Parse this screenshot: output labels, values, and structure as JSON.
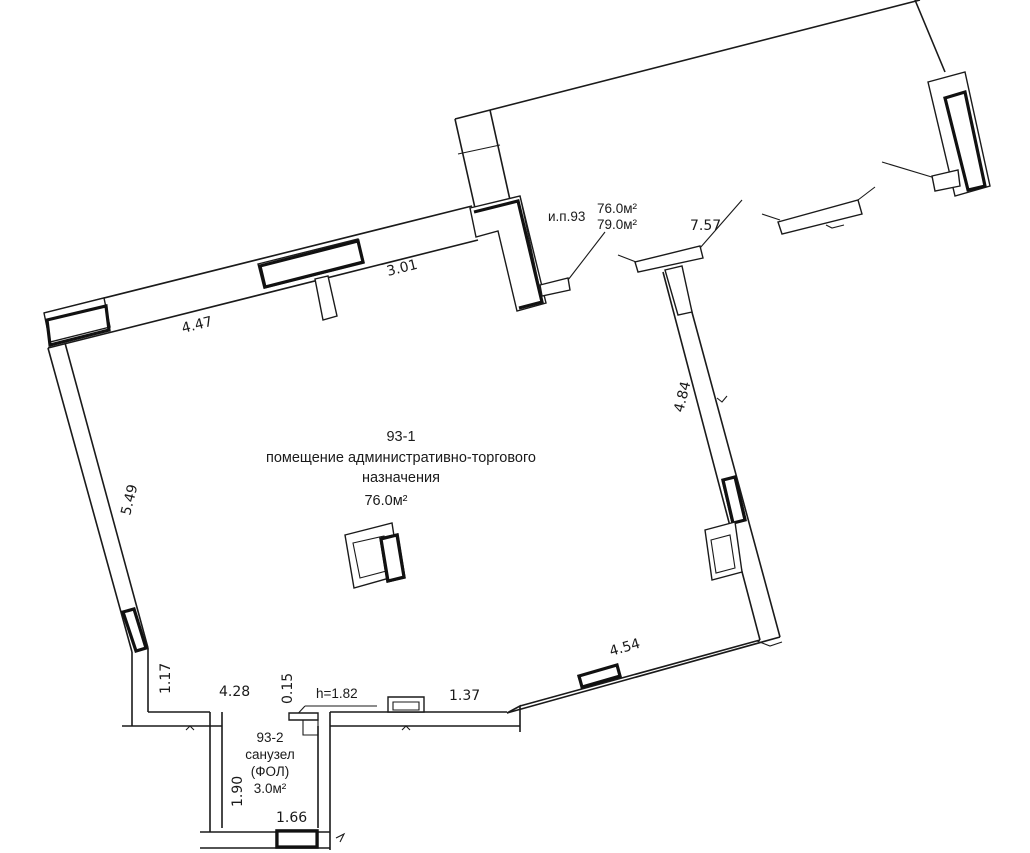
{
  "room_main": {
    "number": "93-1",
    "name_line1": "помещение административно-торгового",
    "name_line2": "назначения",
    "area": "76.0м²"
  },
  "room_wc": {
    "number": "93-2",
    "name_line1": "санузел",
    "name_line2": "(ФОЛ)",
    "area": "3.0м²"
  },
  "premises_label": {
    "label": "и.п.93",
    "area_line1": "76.0м²",
    "area_line2": "79.0м²"
  },
  "dimensions": {
    "top_left": "4.47",
    "top_mid": "3.01",
    "left": "5.49",
    "right": "4.84",
    "bottom_right": "4.54",
    "bottom_mid": "1.37",
    "bottom_left": "4.28",
    "left_lower": "1.17",
    "step": "0.15",
    "height": "h=1.82",
    "wc_height": "1.90",
    "wc_width": "1.66",
    "upper_wall": "7.57"
  }
}
